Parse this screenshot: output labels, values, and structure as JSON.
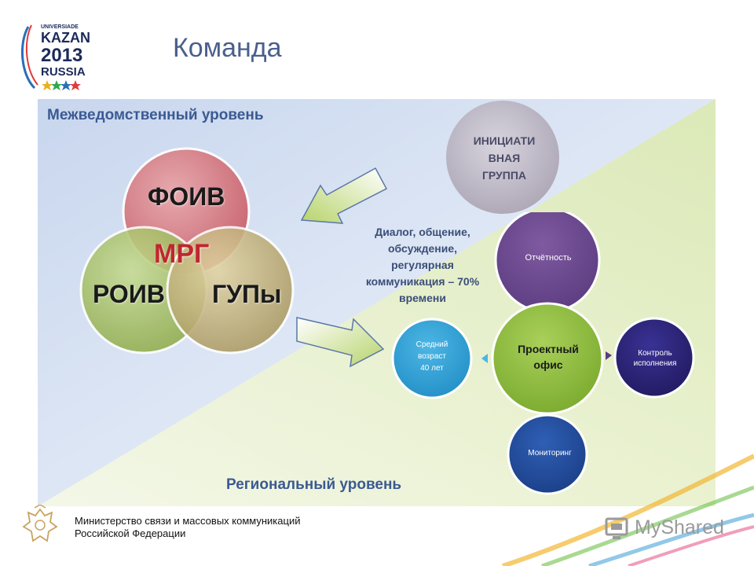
{
  "slide": {
    "title": "Команда"
  },
  "logo": {
    "line1": "UNIVERSIADE",
    "line2": "KAZAN",
    "line3": "2013",
    "line4": "RUSSIA"
  },
  "levels": {
    "interdepartmental": "Межведомственный уровень",
    "regional": "Региональный уровень"
  },
  "venn": {
    "top": "ФОИВ",
    "left": "РОИВ",
    "right": "ГУПы",
    "center": "МРГ"
  },
  "initiative_group": {
    "line1": "ИНИЦИАТИ",
    "line2": "ВНАЯ",
    "line3": "ГРУППА"
  },
  "dialog": {
    "line1": "Диалог, общение,",
    "line2": "обсуждение,",
    "line3": "регулярная",
    "line4": "коммуникация – 70%",
    "line5": "времени"
  },
  "cycle": {
    "center_line1": "Проектный",
    "center_line2": "офис",
    "reporting": "Отчётность",
    "control_line1": "Контроль",
    "control_line2": "исполнения",
    "monitoring": "Мониторинг",
    "age_line1": "Средний",
    "age_line2": "возраст",
    "age_line3": "40 лет"
  },
  "footer": {
    "ministry_line1": "Министерство связи и массовых коммуникаций",
    "ministry_line2": "Российской Федерации",
    "watermark": "MyShared"
  },
  "colors": {
    "title": "#4a5f8c",
    "level_label": "#3b5a92",
    "center_label": "#c0262e",
    "cycle_node": "#2a2370",
    "cycle_center": "#8fbc3a",
    "age_node": "#32a0d4"
  }
}
